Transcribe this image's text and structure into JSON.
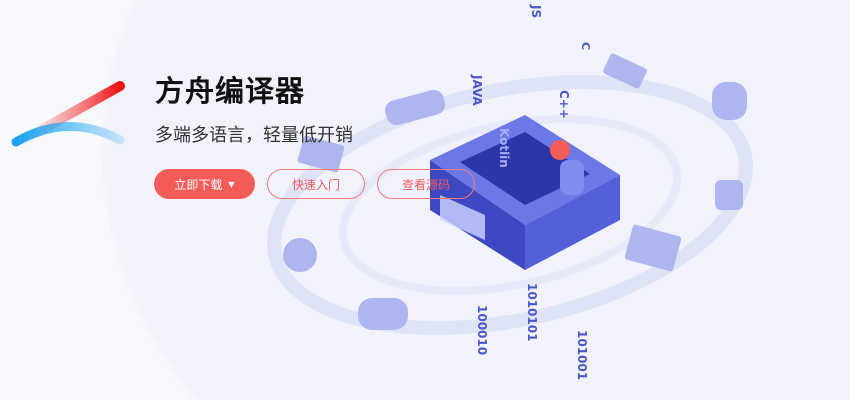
{
  "header": {
    "title": "方舟编译器",
    "subtitle": "多端多语言，轻量低开销"
  },
  "actions": {
    "download": "立即下载",
    "quickstart": "快速入门",
    "source": "查看源码"
  },
  "illustration": {
    "labels": [
      "JS",
      "C",
      "JAVA",
      "C++",
      "Kotlin",
      "1010101",
      "100010",
      "101001"
    ]
  },
  "colors": {
    "accent": "#f45c5a",
    "code": "#4a57c6"
  }
}
